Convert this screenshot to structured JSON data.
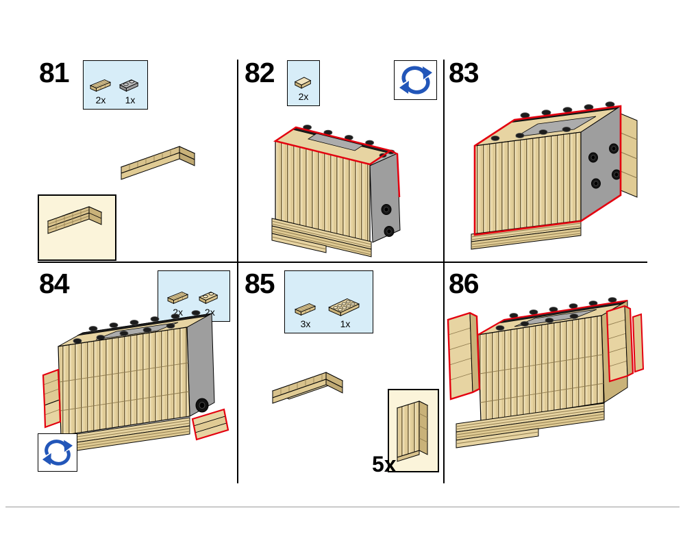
{
  "colors": {
    "tan": "#E7D4A2",
    "tan_light": "#F2E6C2",
    "tan_dark": "#C9B279",
    "gray_part": "#9E9E9E",
    "black_part": "#1F1F1F",
    "highlight_red": "#E3000F",
    "rotate_blue": "#2256B9",
    "parts_box_bg": "#D7EDF8",
    "callout_bg": "#FBF4DA"
  },
  "icons": {
    "rotate": "circular-rotate-arrows"
  },
  "steps": {
    "s81": {
      "number": "81",
      "parts": [
        {
          "qty": "2x",
          "part": "grille-plate-tan"
        },
        {
          "qty": "1x",
          "part": "plate-1x2-gray"
        }
      ]
    },
    "s82": {
      "number": "82",
      "parts": [
        {
          "qty": "2x",
          "part": "tile-tan"
        }
      ]
    },
    "s83": {
      "number": "83"
    },
    "s84": {
      "number": "84",
      "parts": [
        {
          "qty": "2x",
          "part": "grille-plate-tan"
        },
        {
          "qty": "2x",
          "part": "plate-1x2-tan"
        }
      ]
    },
    "s85": {
      "number": "85",
      "parts": [
        {
          "qty": "3x",
          "part": "grille-plate-tan"
        },
        {
          "qty": "1x",
          "part": "plate-2x4-tan"
        }
      ],
      "repeat_label": "5x"
    },
    "s86": {
      "number": "86"
    }
  }
}
